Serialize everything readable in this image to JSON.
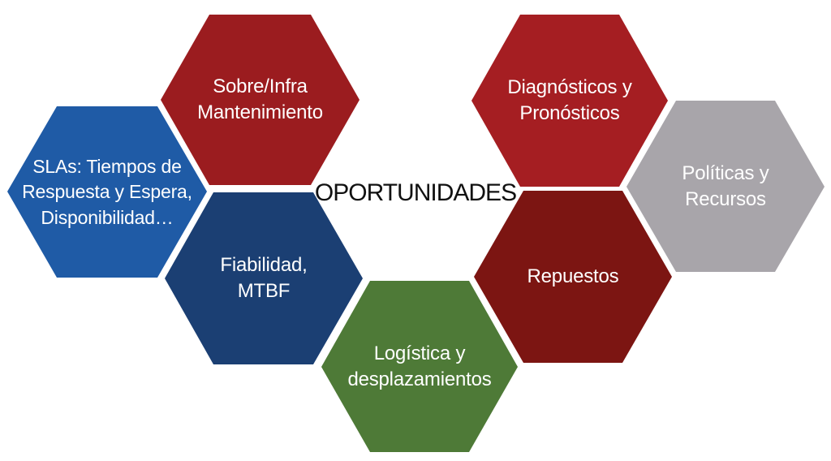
{
  "center": {
    "title": "OPORTUNIDADES"
  },
  "hexagons": [
    {
      "id": "sobre-infra",
      "label": "Sobre/Infra\nMantenimiento",
      "color": "#9b1c1f"
    },
    {
      "id": "slas",
      "label": "SLAs: Tiempos de\nRespuesta y Espera,\nDisponibilidad…",
      "color": "#1f5ba6"
    },
    {
      "id": "fiabilidad",
      "label": "Fiabilidad,\nMTBF",
      "color": "#1b3f73"
    },
    {
      "id": "logistica",
      "label": "Logística y\ndesplazamientos",
      "color": "#4e7a37"
    },
    {
      "id": "diagnosticos",
      "label": "Diagnósticos y\nPronósticos",
      "color": "#a51e22"
    },
    {
      "id": "politicas",
      "label": "Políticas y\nRecursos",
      "color": "#a8a5aa"
    },
    {
      "id": "repuestos",
      "label": "Repuestos",
      "color": "#7c1512"
    }
  ]
}
